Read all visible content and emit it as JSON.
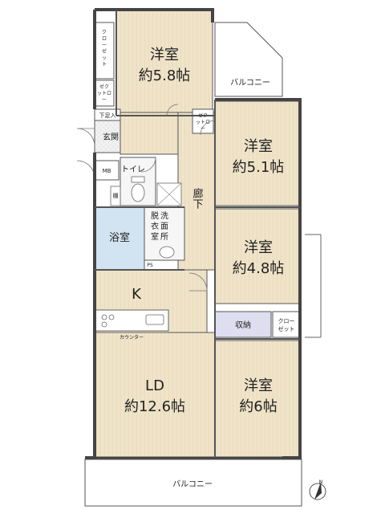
{
  "colors": {
    "floor_wood": "#efe3c9",
    "floor_wood_stripe": "#e6d6b4",
    "floor_tile": "#f0f0f0",
    "bath": "#d2e4f1",
    "closet": "#dedef0",
    "balcony": "#ffffff",
    "wall": "#444444"
  },
  "rooms": {
    "west1": {
      "line1": "洋室",
      "line2": "約5.8帖"
    },
    "west2": {
      "line1": "洋室",
      "line2": "約5.1帖"
    },
    "west3": {
      "line1": "洋室",
      "line2": "約4.8帖"
    },
    "west4": {
      "line1": "洋室",
      "line2": "約6帖"
    },
    "ld": {
      "line1": "LD",
      "line2": "約12.6帖"
    },
    "kitchen": "K",
    "corridor": "廊下",
    "bath": "浴室",
    "toilet": "トイレ",
    "entrance": "玄関",
    "shoebox": "下足入",
    "mb": "MB",
    "shelf": "棚",
    "ps": "PS",
    "counter": "カウンター",
    "storage": "収納",
    "washroom": [
      "脱",
      "衣",
      "室",
      "洗",
      "面",
      "所"
    ],
    "balcony_top": "バルコニー",
    "balcony_bottom": "バルコニー",
    "closet_tall": [
      "ク",
      "ロ",
      "ー",
      "ゼ",
      "ッ",
      "ト"
    ],
    "wic1": [
      "ゼク",
      "ットロ",
      "ー"
    ],
    "wic2": [
      "ゼク",
      "ットロ",
      "ー"
    ],
    "closet_right": [
      "クロー",
      "ゼット"
    ]
  },
  "icons": {
    "north": "north-arrow-icon",
    "north_letter": "N"
  }
}
